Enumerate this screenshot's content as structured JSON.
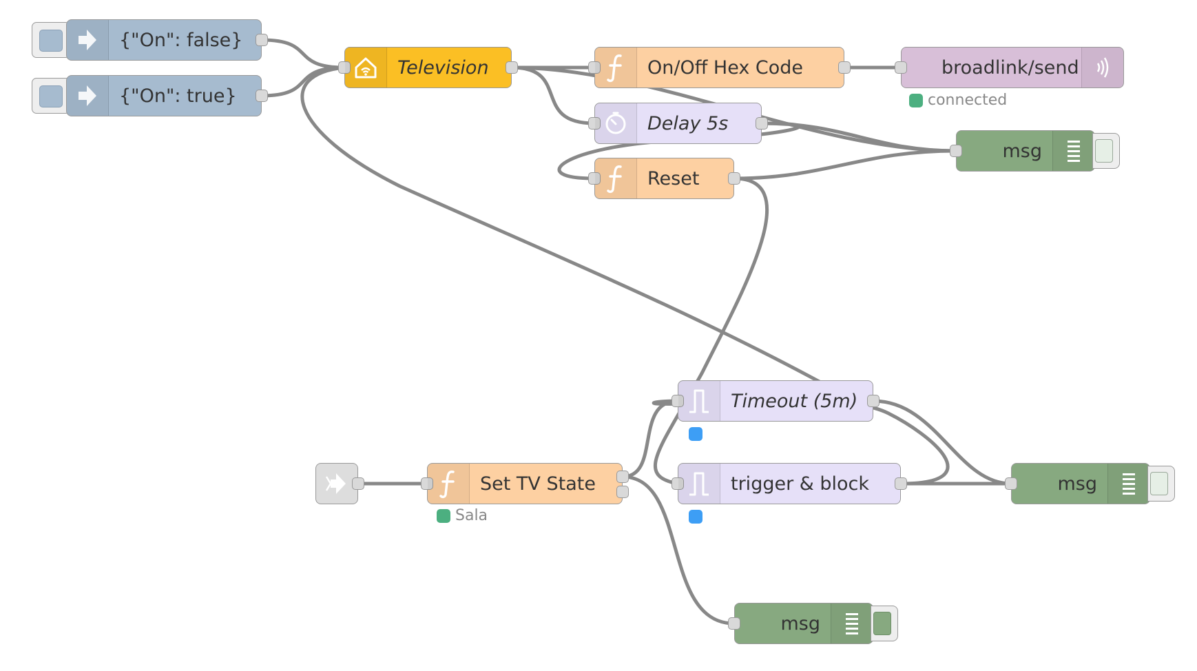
{
  "flow": {
    "nodes": {
      "inject_false": {
        "label": "{\"On\": false}",
        "type": "inject",
        "color": "#a6bbcf"
      },
      "inject_true": {
        "label": "{\"On\": true}",
        "type": "inject",
        "color": "#a6bbcf"
      },
      "television": {
        "label": "Television",
        "type": "homekit",
        "color": "#fbbf24"
      },
      "onoff_hex": {
        "label": "On/Off Hex Code",
        "type": "function",
        "color": "#fdd0a2"
      },
      "broadlink_send": {
        "label": "broadlink/send",
        "type": "broadlink",
        "color": "#d8bfd8",
        "status": "connected",
        "status_color": "#4caf80"
      },
      "delay": {
        "label": "Delay 5s",
        "type": "delay",
        "color": "#e6e0f8"
      },
      "reset": {
        "label": "Reset",
        "type": "function",
        "color": "#fdd0a2"
      },
      "msg_top": {
        "label": "msg",
        "type": "debug",
        "color": "#87a980"
      },
      "timeout": {
        "label": "Timeout (5m)",
        "type": "trigger",
        "color": "#e6e0f8",
        "status_color": "#3d9ef5"
      },
      "trigger_block": {
        "label": "trigger & block",
        "type": "trigger",
        "color": "#e6e0f8",
        "status_color": "#3d9ef5"
      },
      "msg_mid": {
        "label": "msg",
        "type": "debug",
        "color": "#87a980"
      },
      "link_in": {
        "label": "",
        "type": "link-in",
        "color": "#dddddd"
      },
      "set_tv_state": {
        "label": "Set TV State",
        "type": "function",
        "color": "#fdd0a2",
        "status": "Sala",
        "status_color": "#4caf80"
      },
      "msg_bottom": {
        "label": "msg",
        "type": "debug",
        "color": "#87a980"
      }
    }
  }
}
